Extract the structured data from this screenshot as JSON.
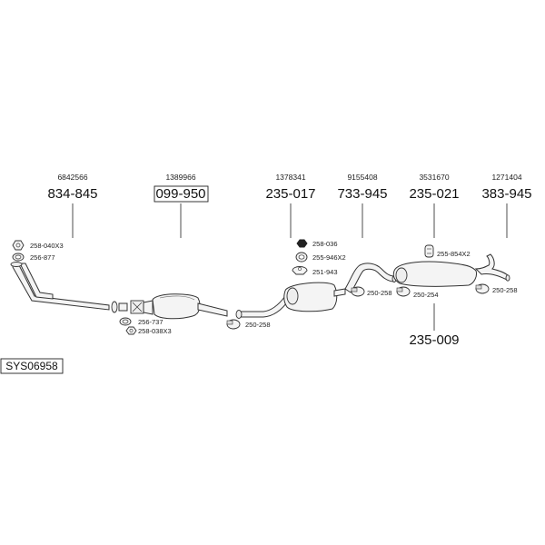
{
  "diagram_id": "SYS06958",
  "parts": [
    {
      "oem": "6842566",
      "part": "834-845"
    },
    {
      "oem": "1389966",
      "part": "099-950"
    },
    {
      "oem": "1378341",
      "part": "235-017"
    },
    {
      "oem": "9155408",
      "part": "733-945"
    },
    {
      "oem": "3531670",
      "part": "235-021"
    },
    {
      "oem": "1271404",
      "part": "383-945"
    }
  ],
  "bottom_part": "235-009",
  "small_parts": [
    "258-040X3",
    "256-877",
    "256-737",
    "258-038X3",
    "250-258",
    "258-036",
    "255-946X2",
    "251-943",
    "250-258",
    "250-254",
    "255-854X2",
    "250-258"
  ]
}
